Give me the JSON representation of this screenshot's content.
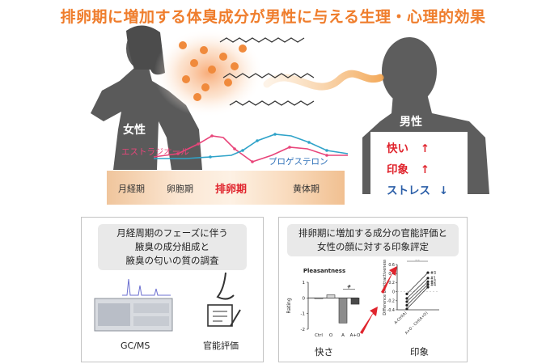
{
  "title": "排卵期に増加する体臭成分が男性に与える生理・心理的効果",
  "woman_label": "女性",
  "man_label": "男性",
  "curves": {
    "estradiol_label": "エストラジオール",
    "progesterone_label": "プロゲステロン",
    "estradiol_color": "#e8457a",
    "progesterone_color": "#2fa3c9"
  },
  "phases": {
    "menstrual": "月経期",
    "follicular": "卵胞期",
    "ovulation": "排卵期",
    "luteal": "黄体期"
  },
  "effects": [
    {
      "label": "快い",
      "arrow": "↑",
      "color": "#e0242d"
    },
    {
      "label": "印象",
      "arrow": "↑",
      "color": "#e0242d"
    },
    {
      "label": "ストレス",
      "arrow": "↓",
      "color": "#2c5fa8"
    }
  ],
  "left_panel": {
    "title_lines": [
      "月経周期のフェーズに伴う",
      "腋臭の成分組成と",
      "腋臭の匂いの質の調査"
    ],
    "gcms_label": "GC/MS",
    "sensory_label": "官能評価"
  },
  "right_panel": {
    "title_lines": [
      "排卵期に増加する成分の官能評価と",
      "女性の顔に対する印象評定"
    ],
    "pleasantness_caption": "快さ",
    "impression_caption": "印象"
  },
  "chart_data": [
    {
      "type": "bar",
      "title": "Pleasantness",
      "ylabel": "Rating",
      "categories": [
        "Ctrl",
        "O",
        "A",
        "A+O"
      ],
      "values": [
        0.0,
        0.2,
        -1.6,
        -0.4
      ],
      "ylim": [
        -2,
        1
      ],
      "yticks": [
        "1",
        "0",
        "-1",
        "-2"
      ],
      "significance": "#"
    },
    {
      "type": "line",
      "ylabel": "Difference of attractiveness",
      "categories": [
        "A-Ctrl(A)",
        "A+O - Ctrl(A+O)"
      ],
      "yticks": [
        "0.6",
        "0.4",
        "0.2",
        "0",
        "-0.2",
        "-0.4"
      ],
      "ylim": [
        -0.4,
        0.6
      ],
      "series": [
        {
          "name": "#3",
          "values": [
            -0.05,
            0.42
          ]
        },
        {
          "name": "#1",
          "values": [
            -0.15,
            0.3
          ]
        },
        {
          "name": "#2",
          "values": [
            -0.22,
            0.22
          ]
        },
        {
          "name": "#4",
          "values": [
            -0.3,
            0.16
          ]
        },
        {
          "values": [
            -0.38,
            0.1
          ]
        }
      ],
      "significance": "**"
    }
  ]
}
